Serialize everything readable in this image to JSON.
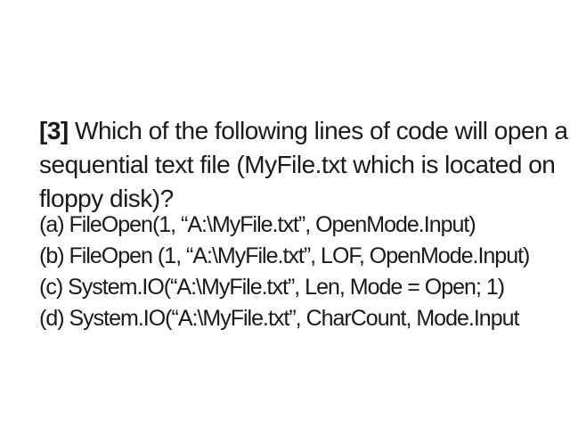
{
  "question": {
    "prefix": "[3]",
    "lines": [
      " Which of the following lines of code will open a",
      "sequential text file (MyFile.txt which is located on",
      "floppy disk)?"
    ]
  },
  "options": [
    "(a) FileOpen(1, “A:\\MyFile.txt”, OpenMode.Input)",
    "(b) FileOpen (1, “A:\\MyFile.txt”, LOF, OpenMode.Input)",
    "(c) System.IO(“A:\\MyFile.txt”, Len, Mode = Open; 1)",
    "(d) System.IO(“A:\\MyFile.txt”, CharCount, Mode.Input"
  ],
  "colors": {
    "background": "#ffffff",
    "text": "#1a1a1a"
  }
}
